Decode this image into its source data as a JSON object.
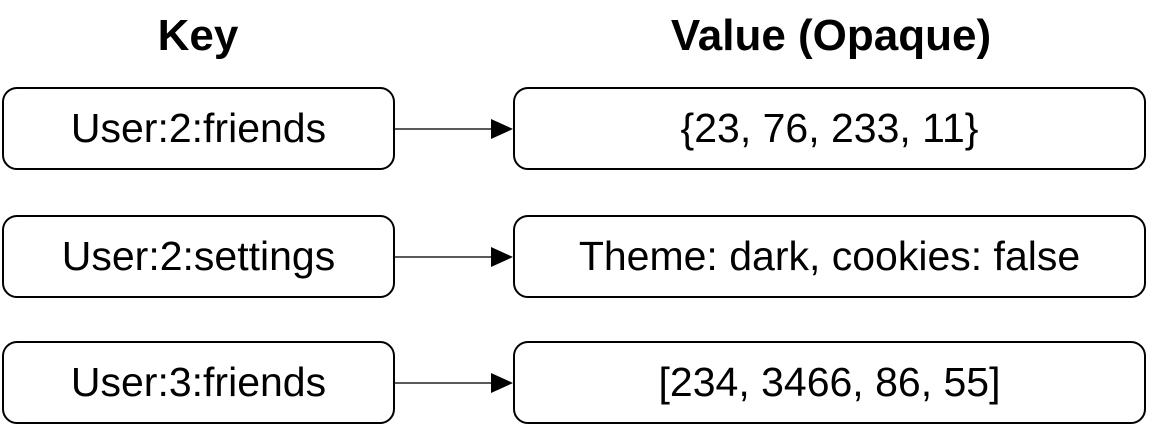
{
  "diagram": {
    "title": "key-value-store-diagram",
    "headers": {
      "key": "Key",
      "value": "Value (Opaque)"
    },
    "rows": [
      {
        "key": "User:2:friends",
        "value": "{23, 76, 233, 11}"
      },
      {
        "key": "User:2:settings",
        "value": "Theme: dark, cookies: false"
      },
      {
        "key": "User:3:friends",
        "value": "[234, 3466, 86, 55]"
      }
    ],
    "colors": {
      "background": "#ffffff",
      "box_border": "#000000",
      "text": "#000000",
      "arrow_line": "#595959",
      "arrow_head": "#000000"
    }
  }
}
